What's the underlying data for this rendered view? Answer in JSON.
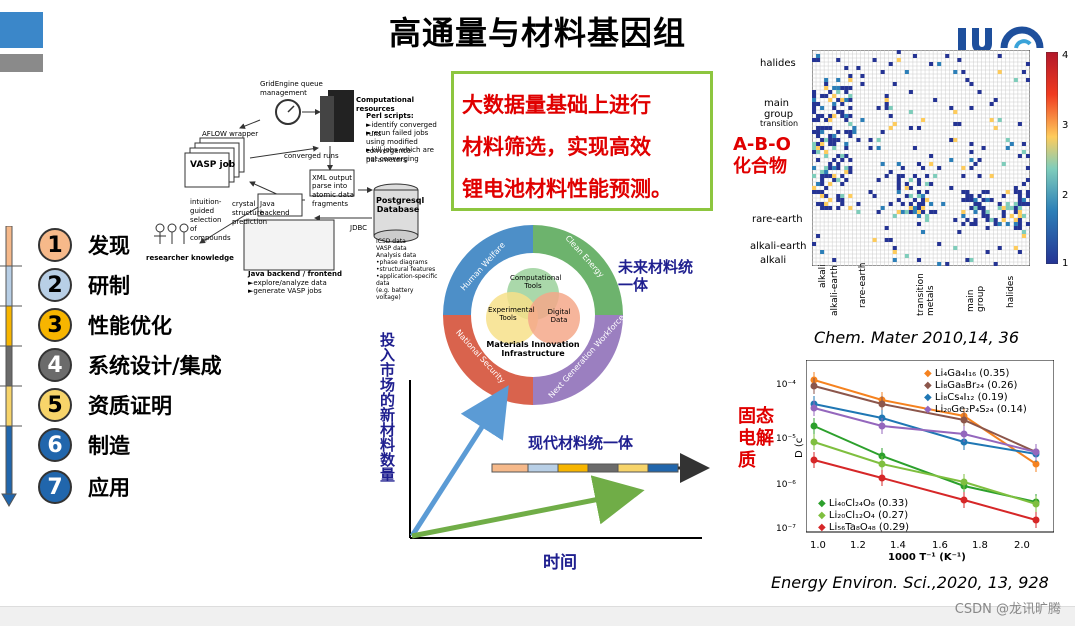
{
  "title": "高通量与材料基因组",
  "steps": [
    {
      "num": "1",
      "label": "发现",
      "color": "#f6b98a"
    },
    {
      "num": "2",
      "label": "研制",
      "color": "#b8cfe6"
    },
    {
      "num": "3",
      "label": "性能优化",
      "color": "#f7b500"
    },
    {
      "num": "4",
      "label": "系统设计/集成",
      "color": "#6b6b6b"
    },
    {
      "num": "5",
      "label": "资质证明",
      "color": "#f7d46a"
    },
    {
      "num": "6",
      "label": "制造",
      "color": "#2166ac"
    },
    {
      "num": "7",
      "label": "应用",
      "color": "#2166ac"
    }
  ],
  "aflow": {
    "gridengine": "GridEngine queue management",
    "comp_resources": "Computational resources",
    "perl_title": "Perl scripts:",
    "perl_lines": [
      "►identify converged runs",
      "►rerun failed jobs using modified convergence parameters",
      "►kill jobs which are not converging"
    ],
    "aflow_wrapper": "AFLOW wrapper",
    "vasp_job": "VASP job",
    "converged_runs": "converged runs",
    "xml_output": "XML output",
    "parse_xml": "parse into atomic data fragments",
    "intuition": "intuition-guided selection of compounds",
    "crystal": "crystal structure prediction",
    "java_backend": "Java backend",
    "postgresql": "Postgresql Database",
    "jdbc": "JDBC",
    "researcher": "researcher knowledge",
    "java_frontend": "Java backend / frontend",
    "frontend_lines": [
      "►explore/analyze data",
      "►generate VASP jobs"
    ],
    "icsd_lines": [
      "ICSD data",
      "VASP data",
      "Analysis data",
      "•phase diagrams",
      "•structural features",
      "•application-specific data",
      "(e.g. battery voltage)"
    ]
  },
  "redbox_lines": [
    "大数据量基础上进行",
    "材料筛选，实现高效",
    "锂电池材料性能预测。"
  ],
  "mii": {
    "top_left": "Human Welfare",
    "top_right": "Clean Energy",
    "bottom_left": "National Security",
    "bottom_right": "Next Generation Workforce",
    "computational": "Computational Tools",
    "experimental": "Experimental Tools",
    "digital": "Digital Data",
    "center": "Materials Innovation Infrastructure"
  },
  "future_label": "未来材料统一体",
  "modern_label": "现代材料统一体",
  "y_axis_label": "投入市场的新材料数量",
  "x_axis_label": "时间",
  "abo_label": "A-B-O化合物",
  "solid_label": "固态电解质",
  "heatmap": {
    "row_groups": [
      "halides",
      "main group",
      "transition",
      "rare-earth",
      "alkali-earth",
      "alkali"
    ],
    "col_groups": [
      "alkali",
      "alkali-earth",
      "rare-earth",
      "transition metals",
      "main group",
      "halides"
    ],
    "colorbar_ticks": [
      "4",
      "3",
      "2",
      "1"
    ]
  },
  "heatmap_ref": "Chem. Mater 2010,14, 36",
  "dplot": {
    "ylabel": "D (c",
    "xlabel": "1000 T⁻¹  (K⁻¹)",
    "x_ticks": [
      "1.0",
      "1.2",
      "1.4",
      "1.6",
      "1.8",
      "2.0"
    ],
    "y_ticks": [
      "10⁻⁴",
      "10⁻⁵",
      "10⁻⁶",
      "10⁻⁷"
    ],
    "legend_top": [
      "Li₄Ga₄I₁₆ (0.35)",
      "Li₈Ga₈Br₂₄ (0.26)",
      "Li₈Cs₄I₁₂ (0.19)",
      "Li₂₀Ge₂P₄S₂₄ (0.14)"
    ],
    "legend_bottom": [
      "Li₄₀Cl₂₄O₈ (0.33)",
      "Li₂₀Cl₁₂O₄ (0.27)",
      "Li₅₆Ta₈O₄₈ (0.29)"
    ],
    "colors": [
      "#f5821f",
      "#8c564b",
      "#1f77b4",
      "#9467bd",
      "#2ca02c",
      "#7fbf3f",
      "#d62728"
    ]
  },
  "dplot_ref": "Energy Environ. Sci.,2020, 13, 928",
  "watermark": "CSDN @龙讯旷腾"
}
